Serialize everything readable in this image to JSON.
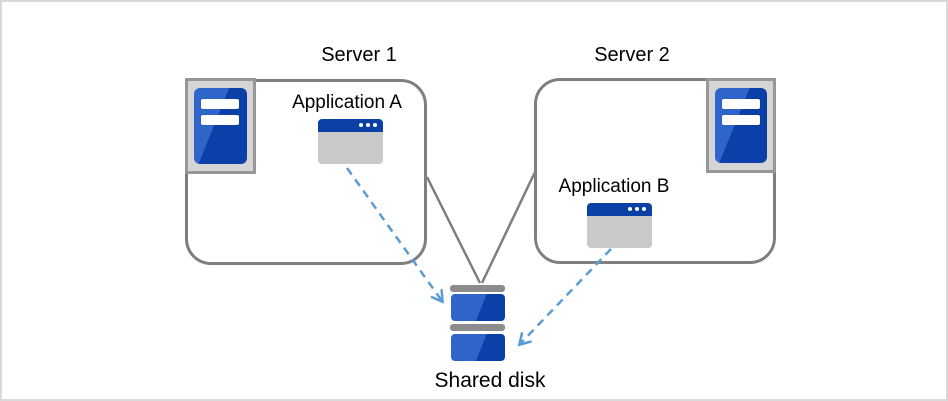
{
  "diagram": {
    "servers": [
      {
        "label": "Server 1",
        "icon": "server-tower-icon",
        "application": {
          "label": "Application A",
          "icon": "app-window-icon"
        }
      },
      {
        "label": "Server 2",
        "icon": "server-tower-icon",
        "application": {
          "label": "Application B",
          "icon": "app-window-icon"
        }
      }
    ],
    "shared_disk": {
      "label": "Shared disk",
      "icon": "disk-stack-icon"
    },
    "connections": [
      {
        "from": "Server 1",
        "to": "Shared disk",
        "style": "solid-gray-line"
      },
      {
        "from": "Server 2",
        "to": "Shared disk",
        "style": "solid-gray-line"
      },
      {
        "from": "Application A",
        "to": "Shared disk",
        "style": "dashed-blue-arrow"
      },
      {
        "from": "Application B",
        "to": "Shared disk",
        "style": "dashed-blue-arrow"
      }
    ],
    "colors": {
      "icon_blue_light": "#2F64C9",
      "icon_blue_dark": "#0C3FA8",
      "titlebar_blue": "#0B41A6",
      "arrow_blue": "#5B9BD5",
      "line_gray": "#7F7F7F",
      "frame_gray": "#D5D5D5",
      "frame_border_gray": "#979797",
      "window_body_gray": "#C9C9C9",
      "disk_bar_gray": "#8C8C8C",
      "page_border": "#D9D9D9"
    }
  }
}
